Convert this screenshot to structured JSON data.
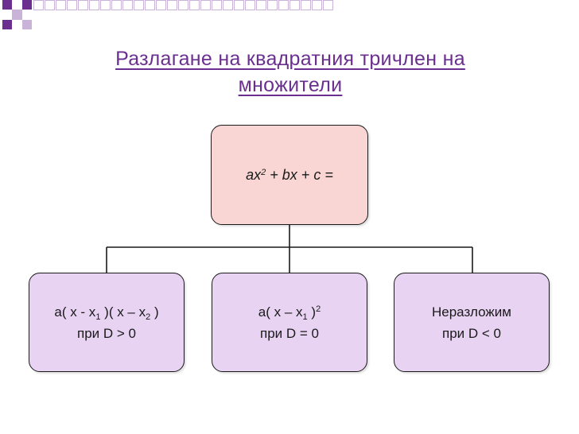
{
  "title": {
    "line1": "Разлагане на квадратния тричлен на",
    "line2": "множители"
  },
  "root": {
    "ax": "ax",
    "ax_sup": "2",
    "rest": " + bx + c ="
  },
  "leaves": [
    {
      "p1": "a( x - x",
      "s1": "1",
      "p2": " )( x – x",
      "s2": "2",
      "p3": " )",
      "cond": "при D > 0"
    },
    {
      "p1": "a( x – x",
      "s1": "1",
      "p2": " )",
      "sup": "2",
      "cond": "при D = 0"
    },
    {
      "text": "Неразложим",
      "cond": "при D < 0"
    }
  ],
  "colors": {
    "title": "#6b2f8f",
    "root_fill": "#f9d6d4",
    "leaf_fill": "#e9d3f3",
    "deco_purple": "#6b2f8f",
    "deco_light": "#c9b3d9"
  }
}
